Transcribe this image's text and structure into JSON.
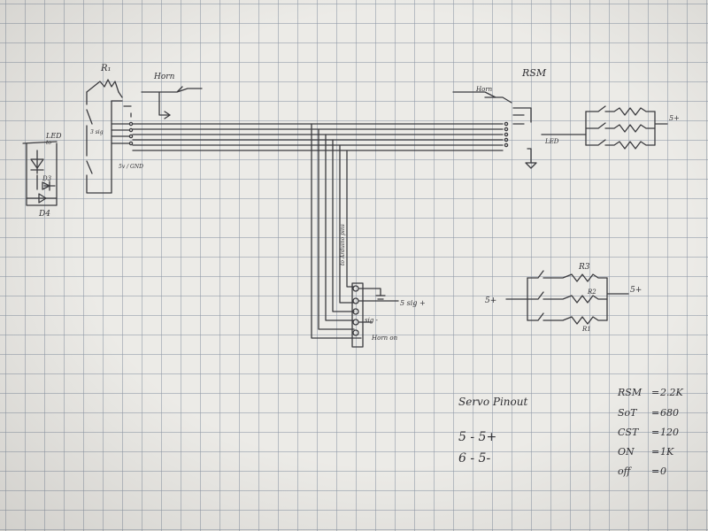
{
  "labels": {
    "r1": "R₁",
    "horn_left": "Horn",
    "led_left": "LED",
    "led_to": "to",
    "d3": "D3",
    "d4": "D4",
    "sig_left": "3 sig",
    "gnd_left": "5v / GND",
    "rsm_title": "RSM",
    "horn_right": "Horn",
    "led_right": "LED",
    "splus_right": "5+",
    "bundle_label": "to Arduino pins",
    "sig_plus": "5 sig +",
    "sig_minus": "sig -",
    "horn_on": "Horn on",
    "r3": "R3",
    "r2": "R2",
    "r1_right": "R1",
    "splus_left": "5+",
    "splus_out": "5+"
  },
  "pinout": {
    "title": "Servo Pinout",
    "rows": [
      "5 - 5+",
      "6 - 5-"
    ]
  },
  "values": [
    {
      "key": "RSM",
      "value": "2.2K"
    },
    {
      "key": "SoT",
      "value": "680"
    },
    {
      "key": "CST",
      "value": "120"
    },
    {
      "key": "ON",
      "value": "1K"
    },
    {
      "key": "off",
      "value": "0"
    }
  ]
}
